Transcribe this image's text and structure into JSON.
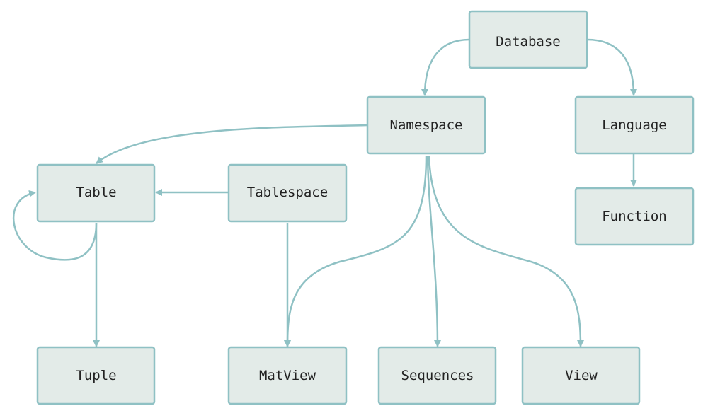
{
  "nodes": {
    "database": "Database",
    "namespace": "Namespace",
    "language": "Language",
    "function": "Function",
    "table": "Table",
    "tablespace": "Tablespace",
    "tuple": "Tuple",
    "matview": "MatView",
    "sequences": "Sequences",
    "view": "View"
  },
  "edges": [
    {
      "from": "database",
      "to": "namespace"
    },
    {
      "from": "database",
      "to": "language"
    },
    {
      "from": "language",
      "to": "function"
    },
    {
      "from": "namespace",
      "to": "table"
    },
    {
      "from": "tablespace",
      "to": "table"
    },
    {
      "from": "table",
      "to": "table"
    },
    {
      "from": "table",
      "to": "tuple"
    },
    {
      "from": "tablespace",
      "to": "matview"
    },
    {
      "from": "namespace",
      "to": "matview"
    },
    {
      "from": "namespace",
      "to": "sequences"
    },
    {
      "from": "namespace",
      "to": "view"
    }
  ],
  "colors": {
    "node_fill": "#e3ebe8",
    "node_border": "#8fc1c4",
    "edge": "#8fc1c4",
    "text": "#222222"
  }
}
